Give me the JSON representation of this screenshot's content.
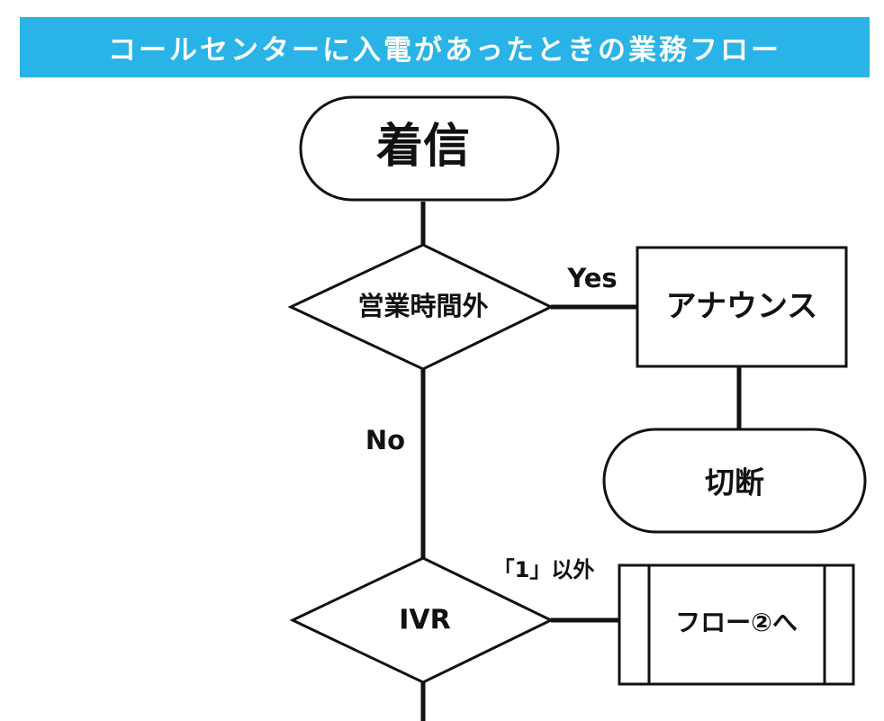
{
  "title": "コールセンターに入電があったときの業務フロー",
  "colors": {
    "title_bg": "#29b3e6",
    "title_text": "#ffffff",
    "line": "#111111",
    "node_fill": "#ffffff"
  },
  "nodes": {
    "incoming": "着信",
    "after_hours": "営業時間外",
    "announce": "アナウンス",
    "disconnect": "切断",
    "ivr": "IVR",
    "flow2": "フロー②へ"
  },
  "edges": {
    "yes": "Yes",
    "no": "No",
    "not_one": "「1」以外"
  }
}
